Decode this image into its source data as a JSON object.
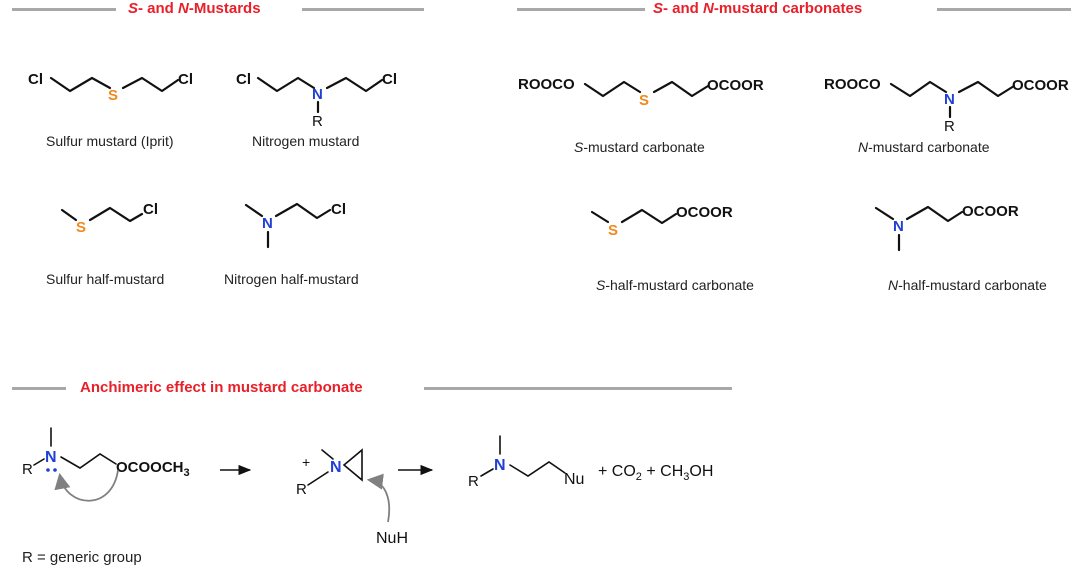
{
  "headers": {
    "top_left": {
      "p1": "S",
      "p2": "- and ",
      "p3": "N",
      "p4": "-Mustards"
    },
    "top_right": {
      "p1": "S",
      "p2": "- and ",
      "p3": "N",
      "p4": "-mustard carbonates"
    },
    "bottom": "Anchimeric effect in mustard carbonate"
  },
  "molecules": {
    "sulfur_mustard": {
      "atoms": {
        "cl1": "Cl",
        "s": "S",
        "cl2": "Cl"
      },
      "caption": "Sulfur mustard (Iprit)"
    },
    "nitrogen_mustard": {
      "atoms": {
        "cl1": "Cl",
        "n": "N",
        "r": "R",
        "cl2": "Cl"
      },
      "caption": "Nitrogen mustard"
    },
    "sulfur_half_mustard": {
      "atoms": {
        "s": "S",
        "cl": "Cl"
      },
      "caption": "Sulfur half-mustard"
    },
    "nitrogen_half_mustard": {
      "atoms": {
        "n": "N",
        "cl": "Cl"
      },
      "caption": "Nitrogen half-mustard"
    },
    "s_mustard_carbonate": {
      "atoms": {
        "left": "ROOCO",
        "s": "S",
        "right": "OCOOR"
      },
      "caption_italic": "S",
      "caption_rest": "-mustard carbonate"
    },
    "n_mustard_carbonate": {
      "atoms": {
        "left": "ROOCO",
        "n": "N",
        "r": "R",
        "right": "OCOOR"
      },
      "caption_italic": "N",
      "caption_rest": "-mustard carbonate"
    },
    "s_half_mustard_carbonate": {
      "atoms": {
        "s": "S",
        "right": "OCOOR"
      },
      "caption_italic": "S",
      "caption_rest": "-half-mustard carbonate"
    },
    "n_half_mustard_carbonate": {
      "atoms": {
        "n": "N",
        "right": "OCOOR"
      },
      "caption_italic": "N",
      "caption_rest": "-half-mustard carbonate"
    }
  },
  "mechanism": {
    "reactant": {
      "r": "R",
      "n": "N",
      "group": "OCOOCH",
      "subscript": "3"
    },
    "intermediate": {
      "plus": "+",
      "n": "N",
      "r": "R"
    },
    "nucleophile": "NuH",
    "product": {
      "r": "R",
      "n": "N",
      "nu": "Nu"
    },
    "byproducts": {
      "plus1": "+ CO",
      "sub1": "2",
      "plus2": " + CH",
      "sub2": "3",
      "rest": "OH"
    },
    "legend": "R = generic group"
  },
  "colors": {
    "header_red": "#e8202a",
    "sulfur_orange": "#f08a1c",
    "nitrogen_blue": "#1f3fd6",
    "rule_gray": "#a8a8a8",
    "arrow_gray": "#808080"
  }
}
